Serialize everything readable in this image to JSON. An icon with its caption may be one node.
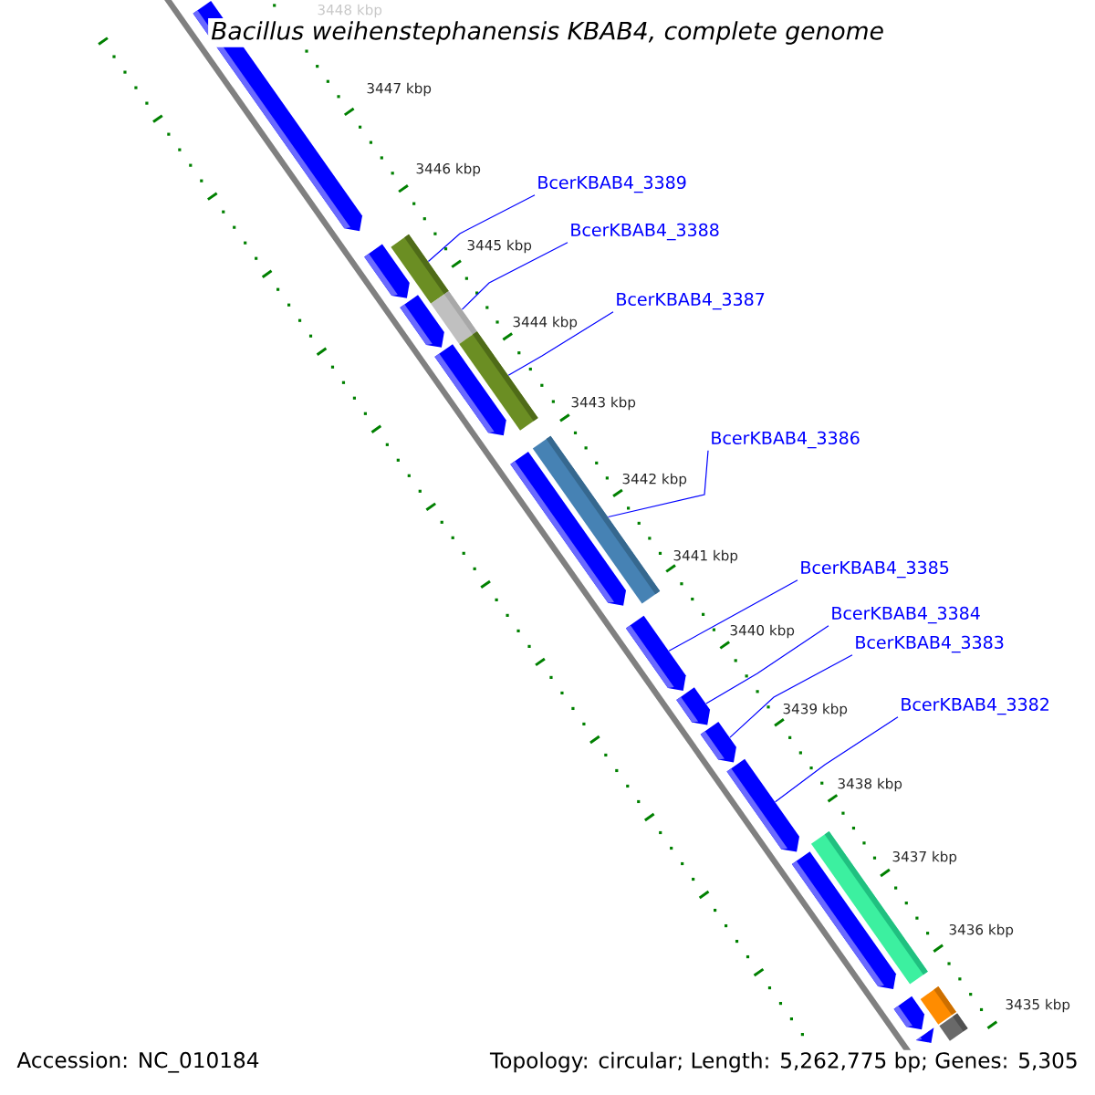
{
  "diagram": {
    "title": "Bacillus weihenstephanensis KBAB4, complete genome",
    "nodes": [
      {
        "text": [
          "BcerKBAB4_3389"
        ]
      },
      {
        "text": [
          "BcerKBAB4_3388"
        ]
      },
      {
        "text": [
          "BcerKBAB4_3387"
        ]
      },
      {
        "text": [
          "BcerKBAB4_3386"
        ]
      },
      {
        "text": [
          "BcerKBAB4_3385"
        ]
      },
      {
        "text": [
          "BcerKBAB4_3384"
        ]
      },
      {
        "text": [
          "BcerKBAB4_3383"
        ]
      },
      {
        "text": [
          "BcerKBAB4_3382"
        ]
      },
      {
        "text": [],
        "shape": "pentagon"
      },
      {
        "text": [],
        "shape": "box"
      },
      {
        "text": [],
        "shape": "pentagon"
      },
      {
        "text": [],
        "shape": "box"
      },
      {
        "text": [],
        "shape": "pentagon"
      },
      {
        "text": [],
        "shape": "box"
      },
      {
        "text": [],
        "shape": "pentagon"
      },
      {
        "text": [],
        "shape": "box"
      },
      {
        "text": [],
        "shape": "pentagon"
      },
      {
        "text": [],
        "shape": "pentagon"
      },
      {
        "text": [],
        "shape": "pentagon"
      },
      {
        "text": [],
        "shape": "pentagon"
      },
      {
        "text": [],
        "shape": "pentagon"
      },
      {
        "text": [],
        "shape": "box"
      },
      {
        "text": [],
        "shape": "pentagon"
      },
      {
        "text": [],
        "shape": "box"
      },
      {
        "text": [],
        "shape": "pentagon"
      },
      {
        "text": [],
        "shape": "box"
      },
      {
        "text": [],
        "shape": "pentagon"
      }
    ],
    "edges": [
      {
        "from": 0,
        "to": 9,
        "arrow": "none"
      },
      {
        "from": 1,
        "to": 11,
        "arrow": "none"
      },
      {
        "from": 2,
        "to": 13,
        "arrow": "none"
      },
      {
        "from": 3,
        "to": 15,
        "arrow": "none"
      },
      {
        "from": 4,
        "to": 17,
        "arrow": "none"
      },
      {
        "from": 5,
        "to": 18,
        "arrow": "none"
      },
      {
        "from": 6,
        "to": 19,
        "arrow": "none"
      },
      {
        "from": 7,
        "to": 20,
        "arrow": "none"
      }
    ],
    "labels": [
      "3448 kbp",
      "3447 kbp",
      "3446 kbp",
      "3445 kbp",
      "3444 kbp",
      "3443 kbp",
      "3442 kbp",
      "3441 kbp",
      "3440 kbp",
      "3439 kbp",
      "3438 kbp",
      "3437 kbp",
      "3436 kbp",
      "3435 kbp",
      "Accession: NC_010184",
      "Topology: circular; Length: 5,262,775 bp; Genes: 5,305"
    ]
  }
}
